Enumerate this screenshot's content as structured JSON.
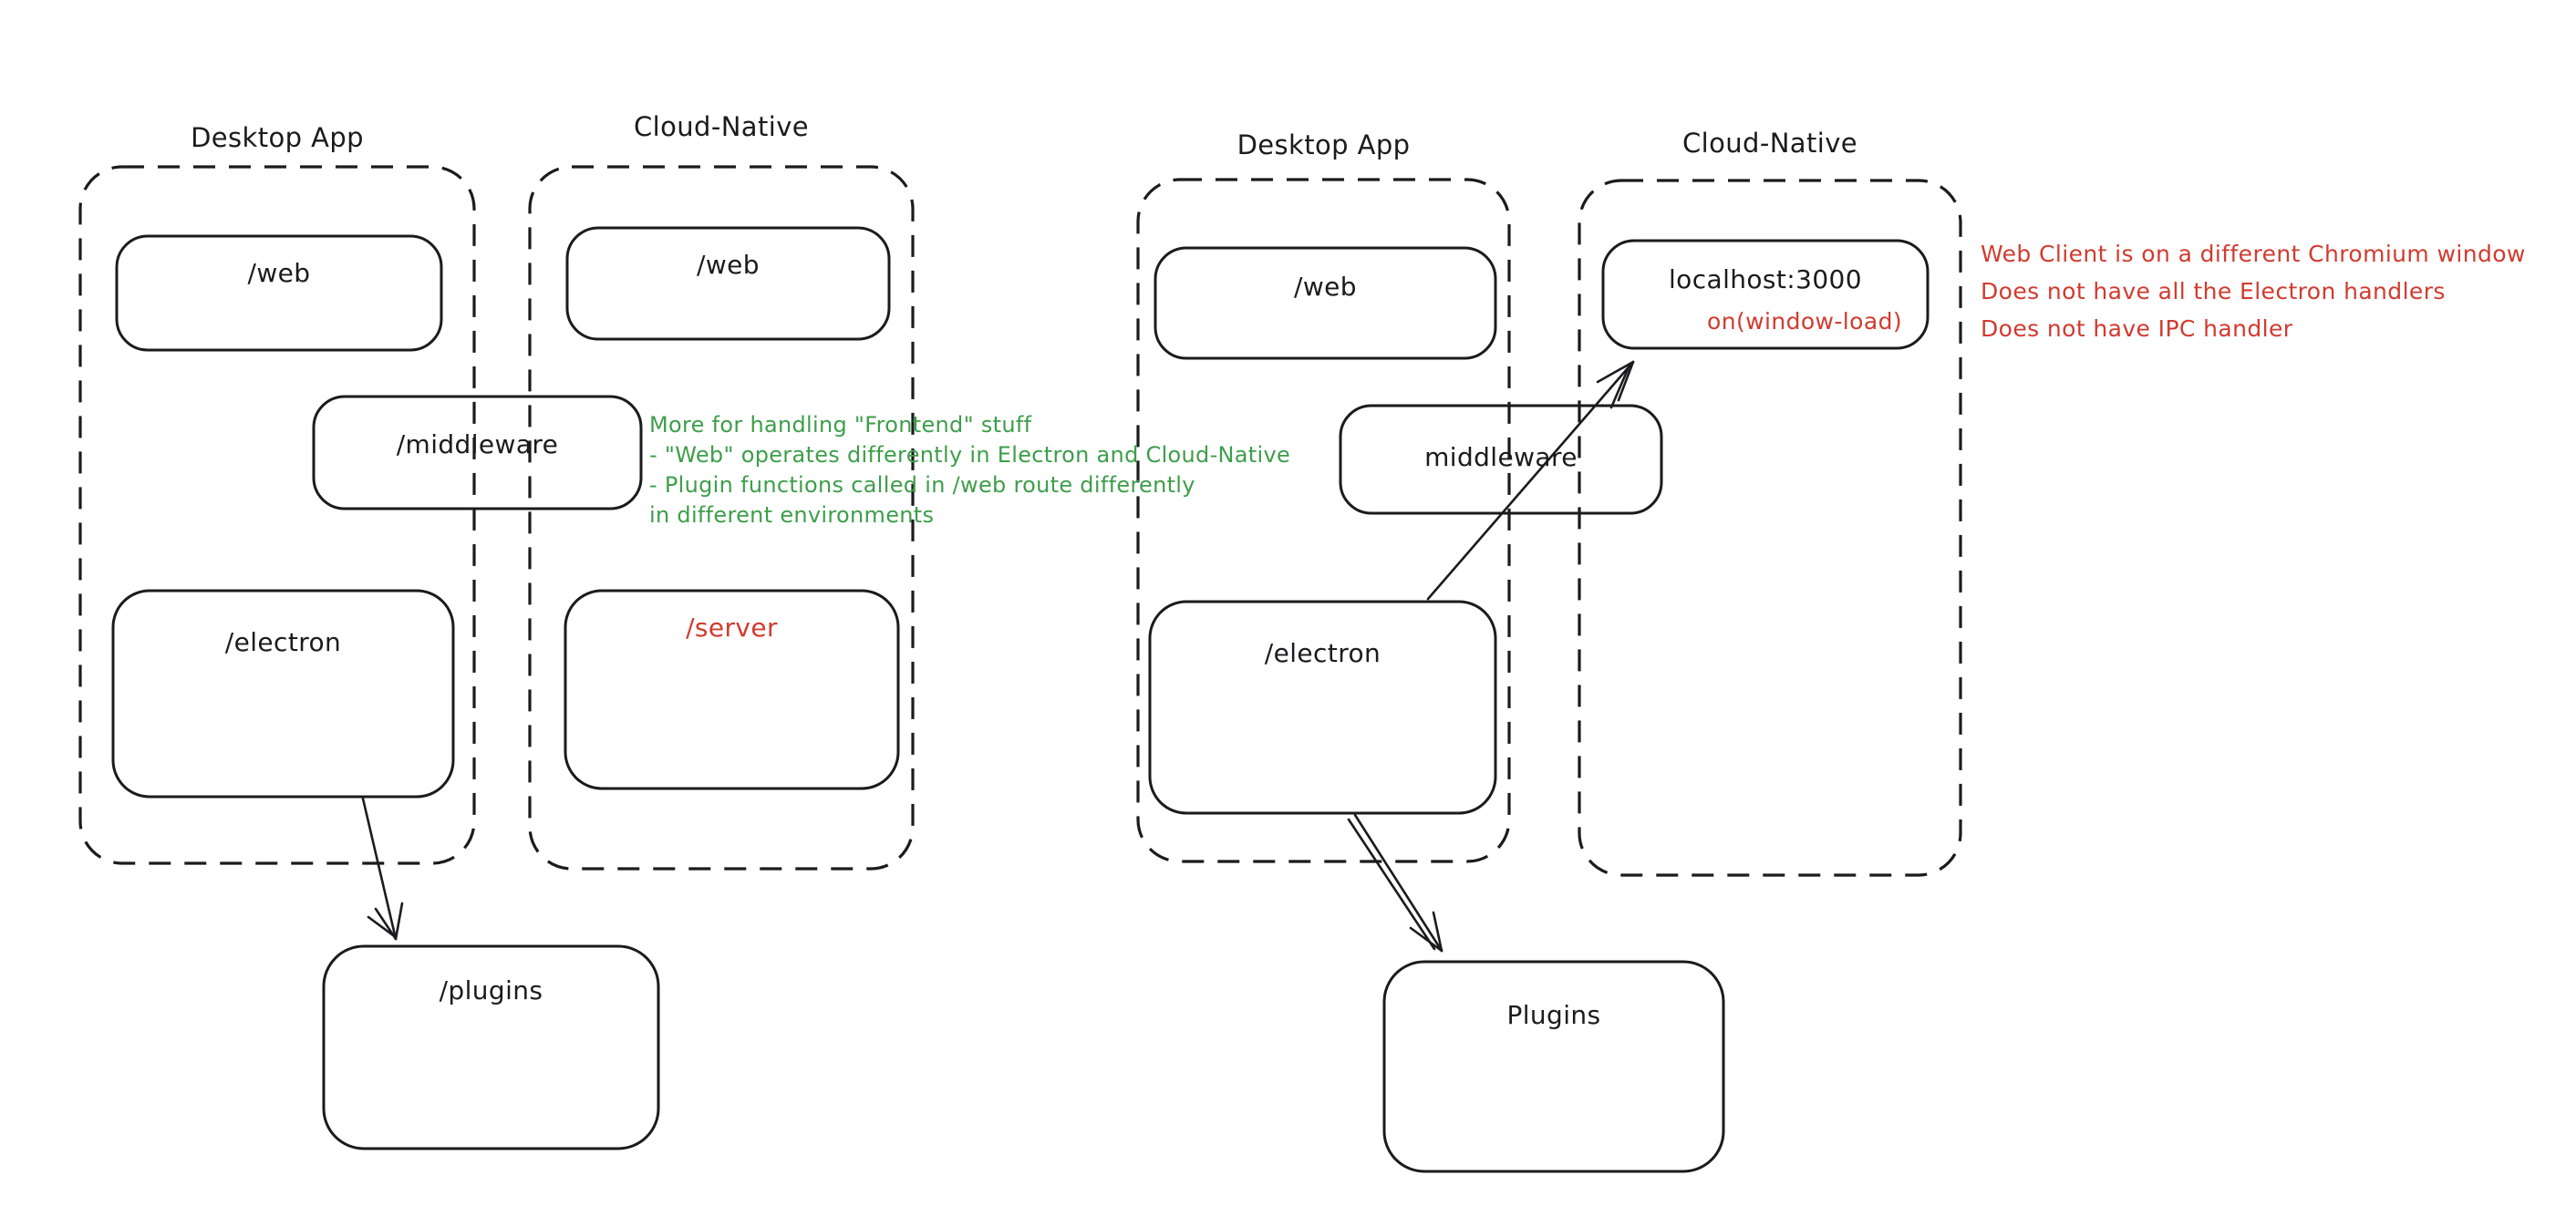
{
  "colors": {
    "background": "#ffffff",
    "ink": "#1b1b1f",
    "green": "#3e9e4a",
    "red": "#d13b2f"
  },
  "left_diagram": {
    "desktop_container_label": "Desktop App",
    "cloud_container_label": "Cloud-Native",
    "web_desktop_box_label": "/web",
    "web_cloud_box_label": "/web",
    "middleware_box_label": "/middleware",
    "electron_box_label": "/electron",
    "server_box_label": "/server",
    "plugins_box_label": "/plugins"
  },
  "right_diagram": {
    "desktop_container_label": "Desktop App",
    "cloud_container_label": "Cloud-Native",
    "web_box_label": "/web",
    "localhost_box_label": "localhost:3000",
    "localhost_box_sub_label": "on(window-load)",
    "middleware_box_label": "middleware",
    "electron_box_label": "/electron",
    "plugins_box_label": "Plugins"
  },
  "green_note": {
    "lines": [
      "More for handling \"Frontend\" stuff",
      "- \"Web\" operates differently in Electron and Cloud-Native",
      "- Plugin functions called in /web route differently",
      "in different environments"
    ]
  },
  "red_note": {
    "lines": [
      "Web Client is on a different Chromium window",
      "Does not have all the Electron handlers",
      "Does not have IPC handler"
    ]
  }
}
